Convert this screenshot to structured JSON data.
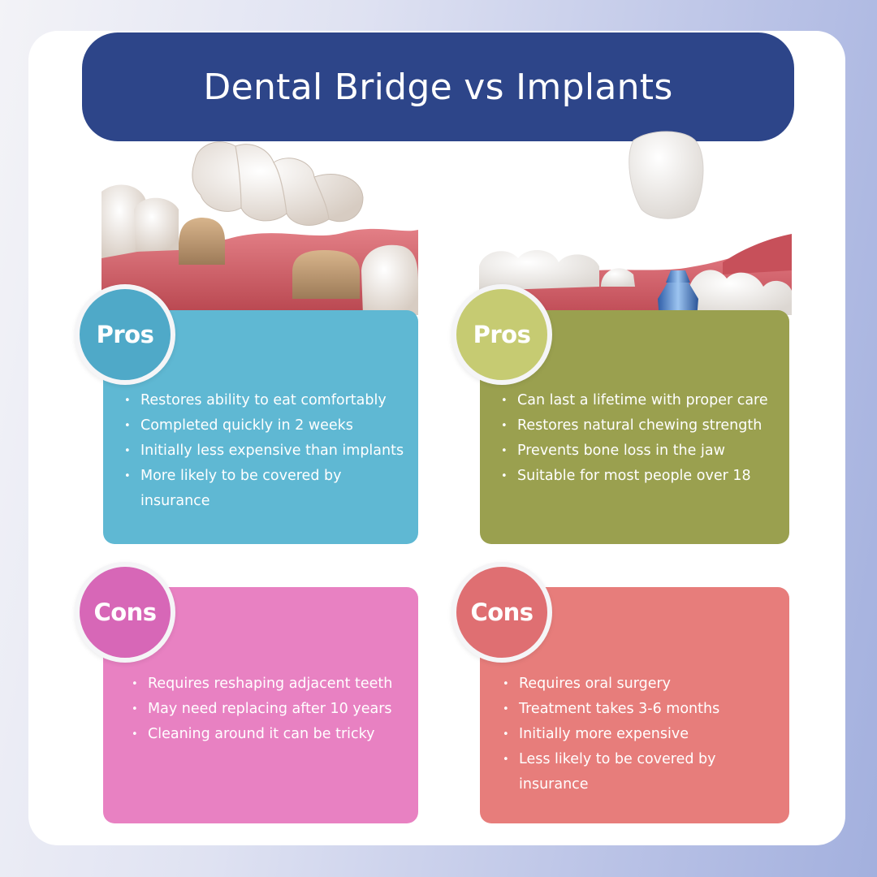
{
  "title": "Dental Bridge vs Implants",
  "colors": {
    "title_bar": "#2d4589",
    "bridge_pros": "#5fb8d3",
    "implant_pros": "#9aa04f",
    "bridge_cons": "#e881c2",
    "implant_cons": "#e77d7b",
    "pros_badge_bridge": "#4fa9c8",
    "pros_badge_implant": "#c6cb72",
    "cons_badge_bridge": "#d767b7",
    "cons_badge_implant": "#df6f72"
  },
  "bridge": {
    "illustration": "dental-bridge-image",
    "pros": {
      "label": "Pros",
      "items": [
        "Restores ability to eat comfortably",
        "Completed quickly in 2 weeks",
        "Initially less expensive than implants",
        "More likely to be covered by insurance"
      ]
    },
    "cons": {
      "label": "Cons",
      "items": [
        "Requires reshaping adjacent teeth",
        "May need replacing after 10 years",
        "Cleaning around it can be tricky"
      ]
    }
  },
  "implant": {
    "illustration": "dental-implant-image",
    "pros": {
      "label": "Pros",
      "items": [
        "Can last a lifetime with proper care",
        "Restores natural chewing strength",
        "Prevents bone loss in the jaw",
        "Suitable for most people over 18"
      ]
    },
    "cons": {
      "label": "Cons",
      "items": [
        "Requires oral surgery",
        "Treatment takes 3-6 months",
        "Initially more expensive",
        "Less likely to be covered by insurance"
      ]
    }
  }
}
